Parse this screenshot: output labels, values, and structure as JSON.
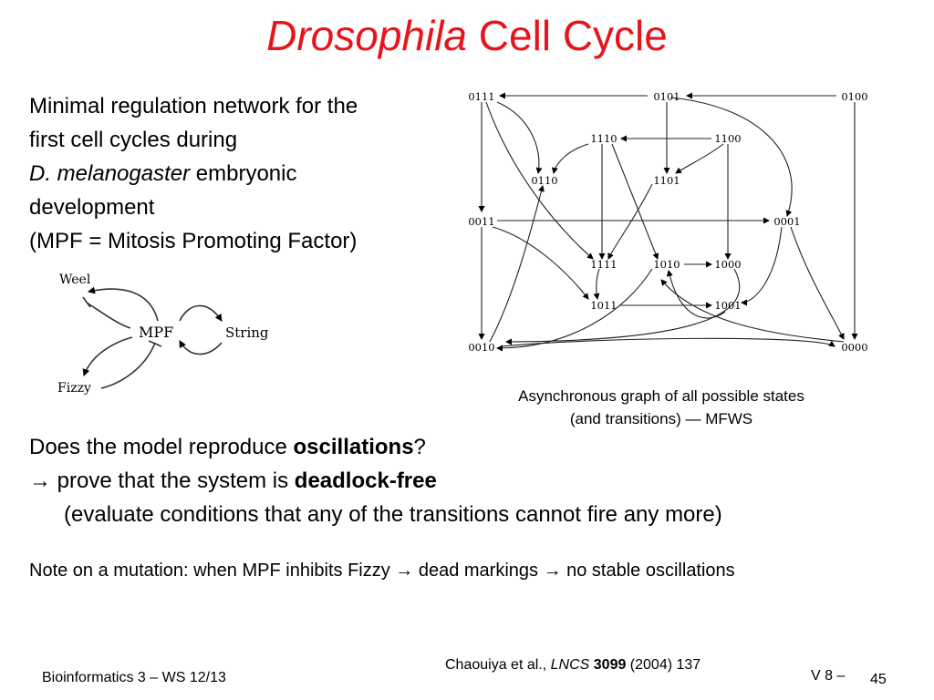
{
  "title": {
    "italic": "Drosophila",
    "rest": " Cell Cycle"
  },
  "intro": {
    "line1": "Minimal regulation network for the",
    "line2": "first cell cycles during",
    "line3_italic": "D. melanogaster",
    "line3_rest": " embryonic",
    "line4": "development",
    "line5": "(MPF = Mitosis Promoting Factor)"
  },
  "network": {
    "mpf": "MPF",
    "weel": "Weel",
    "string": "String",
    "fizzy": "Fizzy"
  },
  "graph": {
    "nodes": {
      "0111": "0111",
      "0101": "0101",
      "0100": "0100",
      "1110": "1110",
      "1100": "1100",
      "0110": "0110",
      "1101": "1101",
      "0011": "0011",
      "0001": "0001",
      "1111": "1111",
      "1010": "1010",
      "1000": "1000",
      "1011": "1011",
      "1001": "1001",
      "0010": "0010",
      "0000": "0000"
    }
  },
  "caption": {
    "line1": "Asynchronous graph of all possible states",
    "line2": "(and transitions) — MFWS"
  },
  "question": {
    "pre": "Does the model reproduce ",
    "bold": "oscillations",
    "post": "?",
    "line2_pre": "→ prove that the system is ",
    "line2_bold": "deadlock-free",
    "line3": "(evaluate conditions that any of the transitions cannot fire any more)"
  },
  "note": "Note on a mutation:  when MPF inhibits Fizzy → dead markings → no stable oscillations",
  "citation": {
    "authors": "Chaouiya et al., ",
    "journal": "LNCS",
    "volume": "3099",
    "rest": " (2004) 137"
  },
  "footer": {
    "left": "Bioinformatics 3 – WS 12/13",
    "mid": "V 8  –",
    "page": "45"
  }
}
